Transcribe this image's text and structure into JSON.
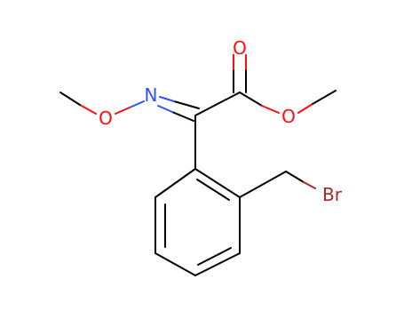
{
  "molecule": {
    "atoms": {
      "carbonyl_oxygen": "O",
      "ester_oxygen": "O",
      "imine_nitrogen": "N",
      "oxime_oxygen": "O",
      "bromine": "Br"
    },
    "colors": {
      "bond": "#000000",
      "oxygen": "#ff0d0d",
      "nitrogen": "#3050f8",
      "bromine": "#a62929"
    }
  }
}
